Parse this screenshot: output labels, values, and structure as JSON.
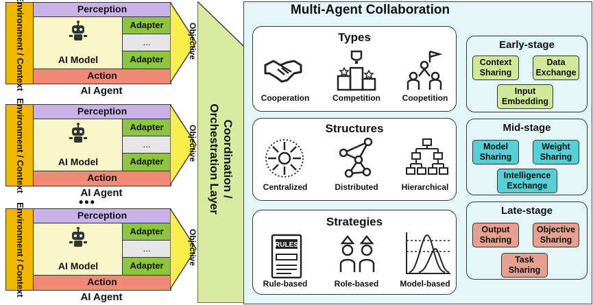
{
  "agent": {
    "environment": "Environment / Context",
    "perception": "Perception",
    "model": "AI Model",
    "adapters": [
      "Adapter",
      "...",
      "Adapter"
    ],
    "action": "Action",
    "objective": "Objective",
    "label": "AI Agent"
  },
  "agents_ellipsis": "•••",
  "coordination": "Coordination / Orchestration Layer",
  "main_title": "Multi-Agent Collaboration",
  "types": {
    "title": "Types",
    "items": [
      "Cooperation",
      "Competition",
      "Coopetition"
    ]
  },
  "structures": {
    "title": "Structures",
    "items": [
      "Centralized",
      "Distributed",
      "Hierarchical"
    ]
  },
  "strategies": {
    "title": "Strategies",
    "items": [
      "Rule-based",
      "Role-based",
      "Model-based"
    ],
    "rules_text": "RULES"
  },
  "stages": {
    "early": {
      "title": "Early-stage",
      "items": [
        "Context Sharing",
        "Data Exchange",
        "Input Embedding"
      ],
      "color": "#cfe89a"
    },
    "mid": {
      "title": "Mid-stage",
      "items": [
        "Model Sharing",
        "Weight Sharing",
        "Intelligence Exchange"
      ],
      "color": "#56cfd7"
    },
    "late": {
      "title": "Late-stage",
      "items": [
        "Output Sharing",
        "Objective Sharing",
        "Task Sharing"
      ],
      "color": "#e6a090"
    }
  },
  "colors": {
    "environment": "#f2b705",
    "perception": "#c9b3e6",
    "model_bg": "#fbf6c9",
    "adapter": "#8cc63f",
    "action": "#f08a76",
    "objective": "#f7ef4a",
    "coordination": "#d7eaa0",
    "panel": "#e4f6f8"
  }
}
